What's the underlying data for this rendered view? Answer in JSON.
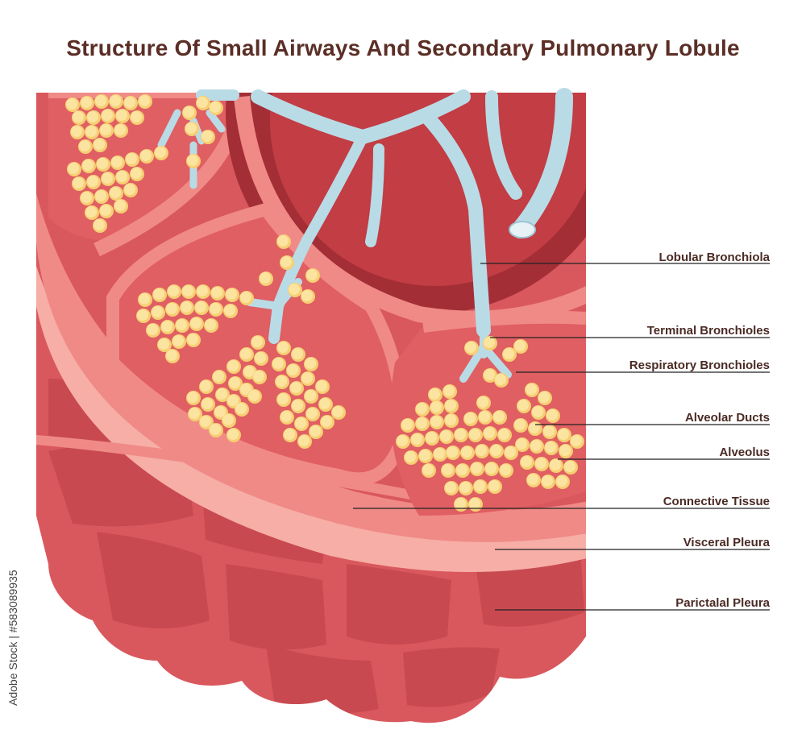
{
  "title": "Structure Of Small Airways And Secondary Pulmonary Lobule",
  "labels": [
    "Lobular Bronchiola",
    "Terminal Bronchioles",
    "Respiratory Bronchioles",
    "Alveolar Ducts",
    "Alveolus",
    "Connective Tissue",
    "Visceral Pleura",
    "Parictalal Pleura"
  ],
  "stock_id": "Adobe Stock | #583089935",
  "colors": {
    "tissue_dark": "#c9454b",
    "tissue_mid": "#d85a5e",
    "septum": "#f08a86",
    "pleura_light": "#f7b3ab",
    "airway": "#b9dbe6",
    "alveolus": "#fbe29a",
    "text": "#4a2a24"
  }
}
